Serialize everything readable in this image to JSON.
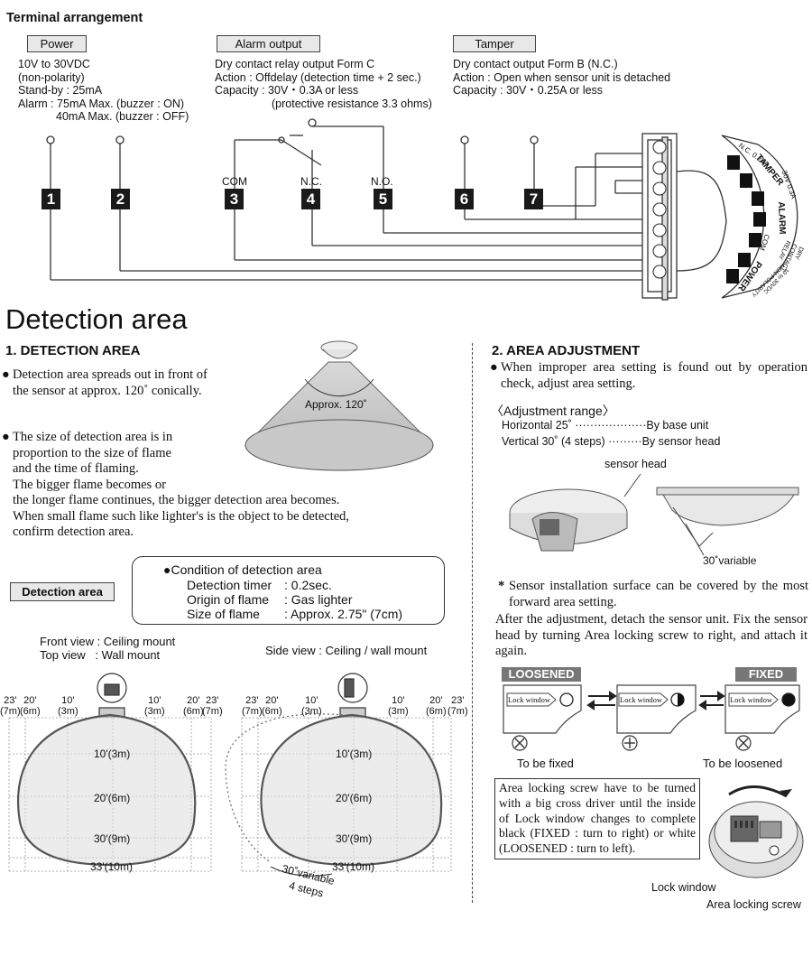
{
  "terminal": {
    "heading": "Terminal arrangement",
    "power": {
      "label": "Power",
      "lines": [
        "10V to 30VDC",
        "(non-polarity)",
        "Stand-by : 25mA",
        "Alarm : 75mA Max. (buzzer : ON)",
        "40mA Max. (buzzer : OFF)"
      ]
    },
    "alarm": {
      "label": "Alarm output",
      "lines": [
        "Dry contact relay output Form C",
        "Action : Offdelay (detection time + 2 sec.)",
        "Capacity : 30V・0.3A or less",
        "(protective resistance 3.3 ohms)"
      ]
    },
    "tamper": {
      "label": "Tamper",
      "lines": [
        "Dry contact output Form B (N.C.)",
        "Action : Open when sensor unit is detached",
        "Capacity : 30V・0.25A or less"
      ]
    },
    "terminals": [
      "1",
      "2",
      "3",
      "4",
      "5",
      "6",
      "7"
    ],
    "contact_labels": {
      "com": "COM",
      "nc": "N.C.",
      "no": "N.O."
    },
    "arc_labels": {
      "tamper": "TAMPER",
      "tamper_spec": "N.C. 0.25A",
      "alarm": "ALARM",
      "alarm_spec": "30V 0.3A",
      "com": "COM",
      "power": "POWER",
      "power_spec": "10 to 30VDC NON-POLARITY",
      "relay": "DRY CONTACT RELAY"
    }
  },
  "detection": {
    "title": "Detection area",
    "section1": {
      "heading": "1. DETECTION AREA",
      "bullet1": "Detection area spreads out in front of the sensor at approx. 120˚ conically.",
      "bullet2_lines": [
        "The size of detection area is in",
        "proportion to the size of flame",
        "and the time of flaming.",
        "The bigger flame becomes or",
        "the longer flame continues, the bigger detection area becomes.",
        "When small flame such like lighter's is the object to be detected,",
        "confirm detection area."
      ],
      "cone_label": "Approx. 120˚"
    },
    "condition": {
      "badge": "Detection area",
      "title": "●Condition of detection area",
      "rows": [
        {
          "k": "Detection timer",
          "v": ": 0.2sec."
        },
        {
          "k": "Origin of flame",
          "v": ": Gas lighter"
        },
        {
          "k": "Size of flame",
          "v": ": Approx. 2.75\" (7cm)"
        }
      ]
    },
    "views": {
      "front": "Front view : Ceiling mount",
      "top": "Top view   : Wall mount",
      "side": "Side view : Ceiling / wall mount",
      "top_dims": [
        {
          "ft": "23'",
          "m": "(7m)"
        },
        {
          "ft": "20'",
          "m": "(6m)"
        },
        {
          "ft": "10'",
          "m": "(3m)"
        },
        {
          "ft": "10'",
          "m": "(3m)"
        },
        {
          "ft": "20'",
          "m": "(6m)"
        },
        {
          "ft": "23'",
          "m": "(7m)"
        }
      ],
      "depth_dims": [
        "10'(3m)",
        "20'(6m)",
        "30'(9m)",
        "33'(10m)"
      ],
      "variable": "30˚variable",
      "steps": "4 steps"
    },
    "section2": {
      "heading": "2. AREA ADJUSTMENT",
      "bullet": "When improper area setting is found out by operation check, adjust area setting.",
      "range_title": "〈Adjustment range〉",
      "horizontal": "Horizontal 25˚ ···················By base unit",
      "vertical": "Vertical 30˚ (4 steps) ·········By sensor head",
      "sensor_head": "sensor head",
      "variable": "30˚variable",
      "note": "Sensor installation surface can be covered by the most forward area setting.",
      "after": "After the adjustment, detach the sensor unit. Fix the sensor head by turning Area locking screw to right, and attach it again.",
      "loosened": "LOOSENED",
      "fixed": "FIXED",
      "lock_window": "Lock window",
      "to_be_fixed": "To be fixed",
      "to_be_loosened": "To be loosened",
      "box_text": "Area locking screw have to be turned with a big cross driver until the inside of Lock window changes to complete black (FIXED : turn to right) or white (LOOSENED : turn to left).",
      "lock_window_label": "Lock window",
      "area_screw_label": "Area locking screw"
    }
  }
}
